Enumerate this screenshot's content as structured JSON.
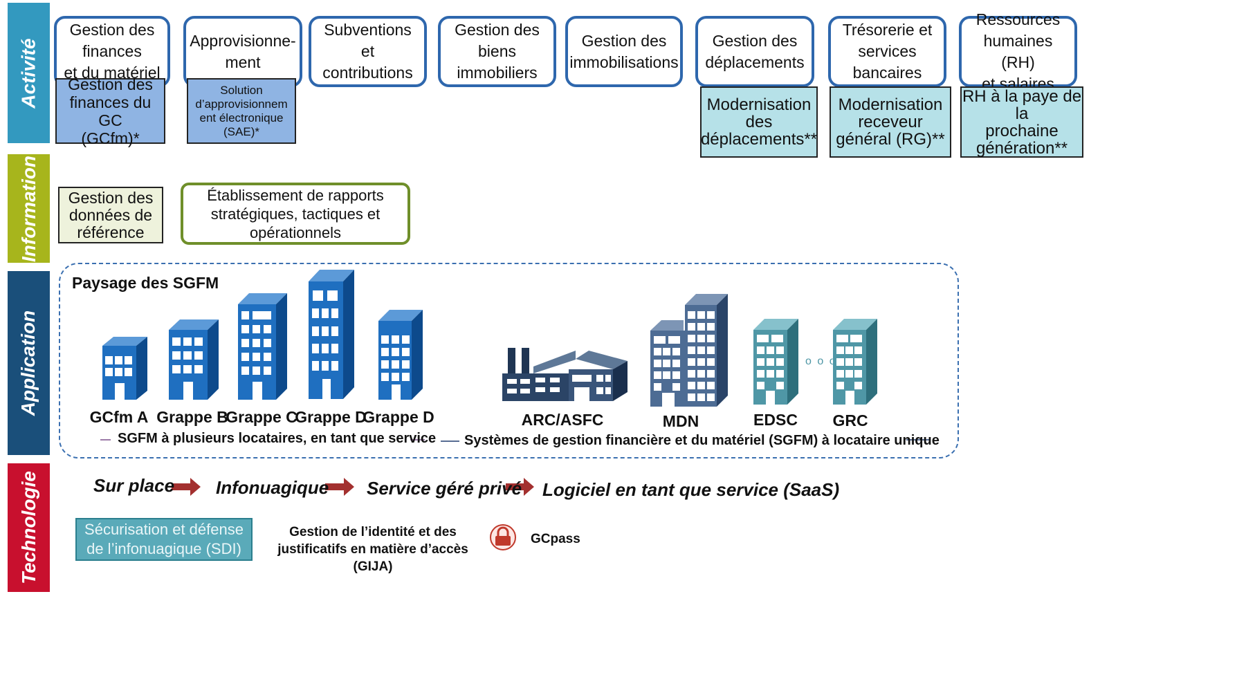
{
  "layers": [
    {
      "key": "activite",
      "label": "Activité",
      "color": "#3399bf"
    },
    {
      "key": "information",
      "label": "Information",
      "color": "#a7b51c"
    },
    {
      "key": "application",
      "label": "Application",
      "color": "#1a4f7a"
    },
    {
      "key": "technologie",
      "label": "Technologie",
      "color": "#c8102e"
    }
  ],
  "activity_boxes": [
    "Gestion des\nfinances\net du matériel",
    "Approvisionne-\nment",
    "Subventions et\ncontributions",
    "Gestion des\nbiens\nimmobiliers",
    "Gestion des\nimmobilisations",
    "Gestion des\ndéplacements",
    "Trésorerie et\nservices\nbancaires",
    "Ressources\nhumaines (RH)\net salaires"
  ],
  "systems": {
    "gcfm": "Gestion des\nfinances du GC\n(GCfm)*",
    "sae": "Solution\nd’approvisionnem\nent électronique\n(SAE)*",
    "deplacements": "Modernisation\ndes\ndéplacements**",
    "rg": "Modernisation\nreceveur\ngénéral (RG)**",
    "rh": "RH à la paye de la\nprochaine\ngénération**"
  },
  "information": {
    "reference_data": "Gestion des\ndonnées de\nréférence",
    "reporting": "Établissement de rapports\nstratégiques, tactiques et\nopérationnels"
  },
  "application": {
    "title": "Paysage des SGFM",
    "buildings_multi": [
      "GCfm A",
      "Grappe B",
      "Grappe C",
      "Grappe D",
      "Grappe D"
    ],
    "buildings_single": [
      "ARC/ASFC",
      "MDN",
      "EDSC",
      "GRC"
    ],
    "multi_tenant_caption": "SGFM à plusieurs locataires, en tant que service",
    "single_tenant_caption": "Systèmes de gestion financière et du matériel (SGFM) à locataire unique",
    "ellipsis": "o o o"
  },
  "technology": {
    "steps": [
      "Sur place",
      "Infonuagique",
      "Service géré privé",
      "Logiciel en tant que service (SaaS)"
    ],
    "sdi": "Sécurisation et défense\nde l’infonuagique (SDI)",
    "gija": "Gestion de l’identité et des\njustificatifs en matière d’accès (GIJA)",
    "gcpass": "GCpass",
    "lock_icon": "lock-icon"
  },
  "colors": {
    "activity_border": "#2e67ad",
    "building_blue": "#1f6fc0",
    "building_slate": "#4d6c94",
    "building_teal": "#4f97a6",
    "arrow": "#a3302f",
    "reporting_border": "#6f8f2a",
    "sdi_fill": "#5aaab9"
  }
}
